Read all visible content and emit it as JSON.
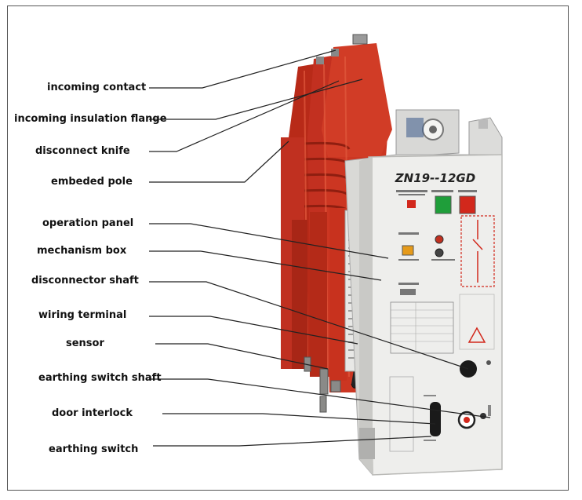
{
  "labels": {
    "incoming_contact": "incoming contact",
    "incoming_insulation_flange": "incoming insulation flange",
    "disconnect_knife": "disconnect knife",
    "embeded_pole": "embeded pole",
    "operation_panel": "operation panel",
    "mechanism_box": "mechanism box",
    "disconnector_shaft": "disconnector shaft",
    "wiring_terminal": "wiring terminal",
    "sensor": "sensor",
    "earthing_switch_shaft": "earthing switch shaft",
    "door_interlock": "door interlock",
    "earthing_switch": "earthing switch"
  },
  "device": {
    "model": "ZN19--12GD"
  },
  "colors": {
    "pole_red": "#c8321e",
    "pole_dark": "#8f1e10",
    "panel_white": "#eeeeec",
    "panel_edge": "#b9b9b6",
    "button_green": "#1f9e3a",
    "button_red": "#d2281c",
    "leader_line": "#222222"
  }
}
